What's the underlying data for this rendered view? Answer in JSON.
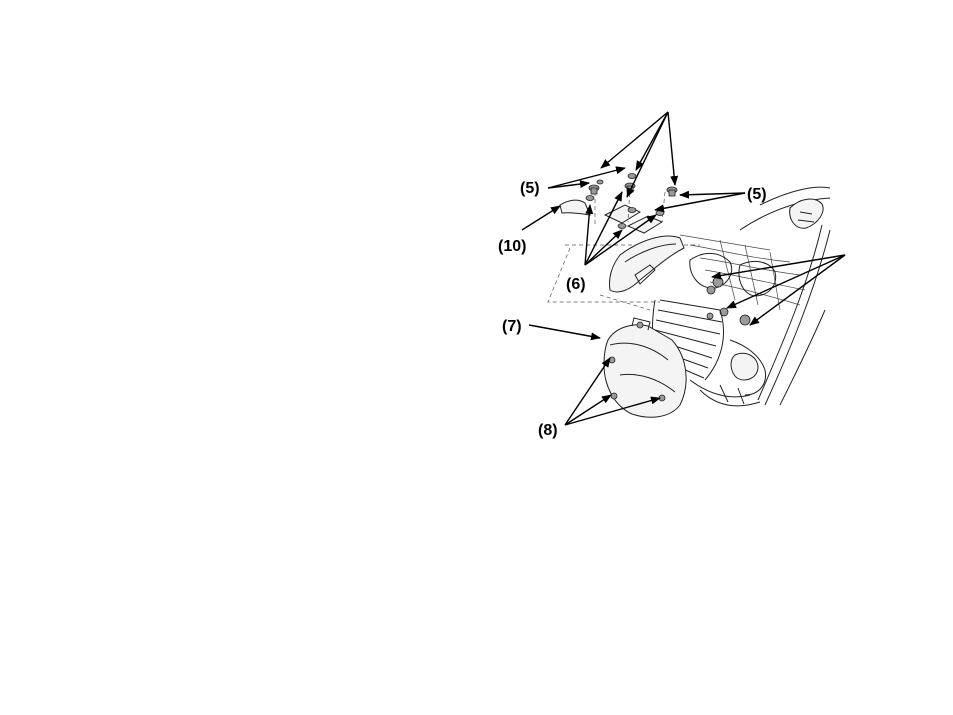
{
  "callouts": {
    "c5_left": "(5)",
    "c5_right": "(5)",
    "c10": "(10)",
    "c6": "(6)",
    "c7": "(7)",
    "c8": "(8)"
  },
  "colors": {
    "ink": "#000000",
    "background": "#ffffff"
  }
}
